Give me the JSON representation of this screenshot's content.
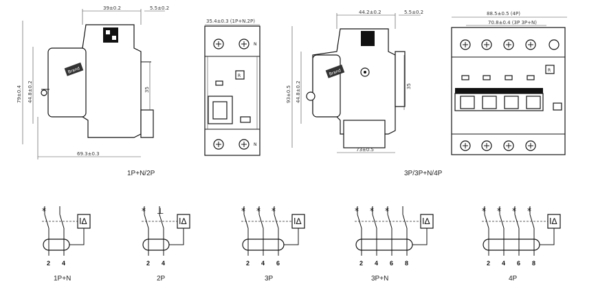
{
  "top_drawings": {
    "group_a_caption": "1P+N/2P",
    "group_b_caption": "3P/3P+N/4P",
    "side_small": {
      "width_top": "39±0.2",
      "depth_top": "5.5±0.2",
      "height_outer": "79±0.4",
      "height_inner": "44.8±0.2",
      "rail": "35",
      "bottom": "69.3±0.3"
    },
    "front_small": {
      "width": "35.4±0.3 (1P+N.2P)",
      "terminal_label_top": "N",
      "terminal_label_bottom": "N",
      "test_button": "R"
    },
    "side_large": {
      "width_top": "44.2±0.2",
      "depth_top": "5.5±0.2",
      "height_outer": "93±0.5",
      "height_inner": "44.8±0.2",
      "rail": "35",
      "bottom": "73±0.5"
    },
    "front_large": {
      "width_4p": "88.5±0.5 (4P)",
      "width_3p": "70.8±0.4 (3P 3P+N)",
      "test_button": "R"
    },
    "brand_plate": "Brand"
  },
  "schematics": [
    {
      "caption": "1P+N",
      "poles": 2,
      "terminals": [
        "2",
        "4"
      ],
      "symbols": [
        "*",
        ""
      ]
    },
    {
      "caption": "2P",
      "poles": 2,
      "terminals": [
        "2",
        "4"
      ],
      "symbols": [
        "*",
        "⊥"
      ]
    },
    {
      "caption": "3P",
      "poles": 3,
      "terminals": [
        "2",
        "4",
        "6"
      ],
      "symbols": [
        "*",
        "*",
        "*"
      ]
    },
    {
      "caption": "3P+N",
      "poles": 4,
      "terminals": [
        "2",
        "4",
        "6",
        "8"
      ],
      "symbols": [
        "*",
        "*",
        "*",
        ""
      ]
    },
    {
      "caption": "4P",
      "poles": 4,
      "terminals": [
        "2",
        "4",
        "6",
        "8"
      ],
      "symbols": [
        "*",
        "*",
        "*",
        "*"
      ]
    }
  ],
  "residual_symbol": "I∆"
}
